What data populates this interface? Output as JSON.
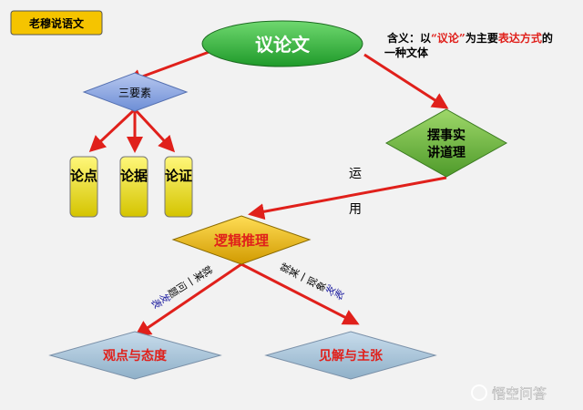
{
  "badge": "老穆说语文",
  "root": "议论文",
  "definition": {
    "prefix": "含义：以",
    "quoted": "“议论”",
    "middle": "为主要",
    "highlight": "表达方式",
    "suffix": "的",
    "line2": "一种文体"
  },
  "three_elements": "三要素",
  "elements": [
    "论点",
    "论据",
    "论证"
  ],
  "method": [
    "摆事实",
    "讲道理"
  ],
  "apply": [
    "运",
    "用"
  ],
  "logic": "逻辑推理",
  "left_label": {
    "black": "就某一问题",
    "blue": "发表"
  },
  "right_label": {
    "black": "就某一现象",
    "blue": "发表"
  },
  "outcomes": [
    "观点与态度",
    "见解与主张"
  ],
  "watermark": "悟空问答",
  "colors": {
    "arrow": "#e0201b",
    "green": "#3cb043",
    "blue": "#1f1fa0"
  }
}
